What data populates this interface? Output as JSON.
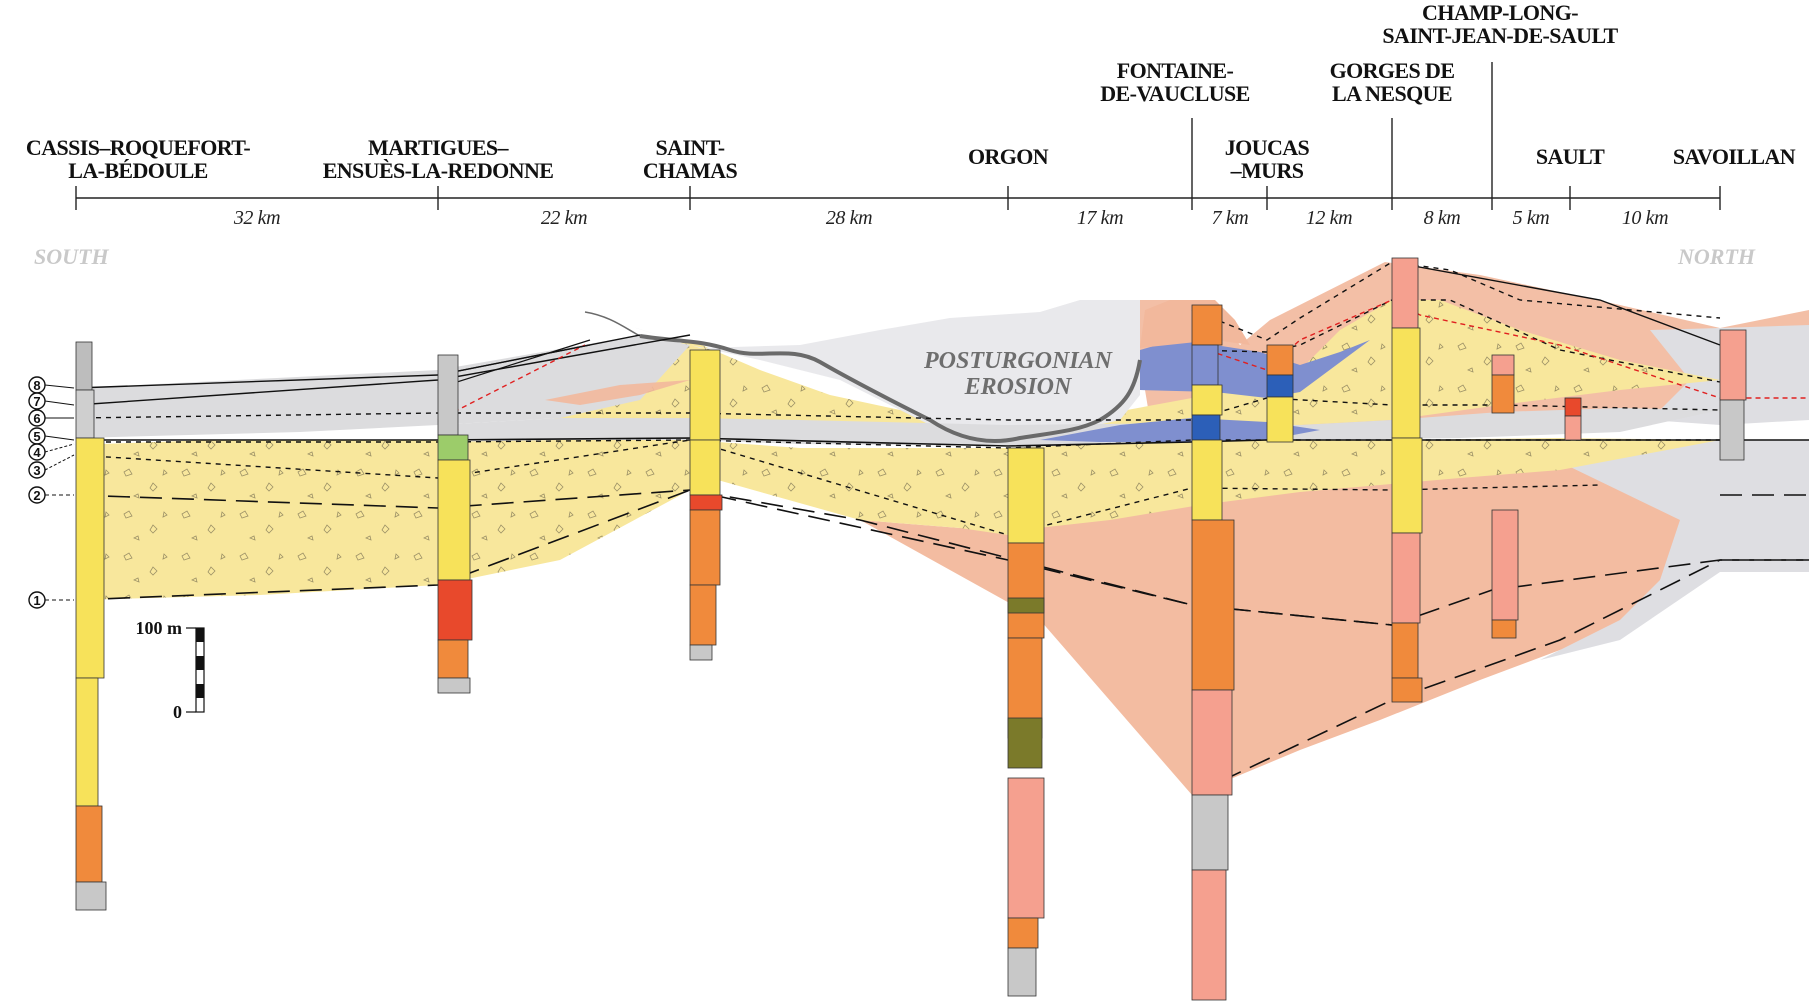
{
  "localities": [
    {
      "key": "cassis",
      "lines": [
        "CASSIS–ROQUEFORT-",
        "LA-BÉDOULE"
      ]
    },
    {
      "key": "martigues",
      "lines": [
        "MARTIGUES–",
        "ENSUÈS-LA-REDONNE"
      ]
    },
    {
      "key": "saint_chamas",
      "lines": [
        "SAINT-",
        "CHAMAS"
      ]
    },
    {
      "key": "orgon",
      "lines": [
        "ORGON"
      ]
    },
    {
      "key": "fontaine",
      "lines": [
        "FONTAINE-",
        "DE-VAUCLUSE"
      ]
    },
    {
      "key": "joucas",
      "lines": [
        "JOUCAS",
        "–MURS"
      ]
    },
    {
      "key": "gorges",
      "lines": [
        "GORGES DE",
        "LA NESQUE"
      ]
    },
    {
      "key": "champ_long",
      "lines": [
        "CHAMP-LONG-",
        "SAINT-JEAN-DE-SAULT"
      ]
    },
    {
      "key": "sault",
      "lines": [
        "SAULT"
      ]
    },
    {
      "key": "savoillan",
      "lines": [
        "SAVOILLAN"
      ]
    }
  ],
  "distances": [
    "32 km",
    "22 km",
    "28 km",
    "17 km",
    "7 km",
    "12 km",
    "8 km",
    "5 km",
    "10 km"
  ],
  "directions": {
    "south": "SOUTH",
    "north": "NORTH"
  },
  "erosion_label": [
    "POSTURGONIAN",
    "EROSION"
  ],
  "horizon_markers": [
    "①",
    "②",
    "③",
    "④",
    "⑤",
    "⑥",
    "⑦",
    "⑧"
  ],
  "scale_bar": {
    "top_label": "100 m",
    "bottom_label": "0"
  },
  "colors": {
    "urgonian_yellow": "#f8e79c",
    "marl_salmon": "#f2b89c",
    "hiatus_grey": "#dcdcde",
    "blue_facies": "#7f8fcf",
    "erosion_surface": "#6a6a6a",
    "red_dashed": "#e02020"
  }
}
